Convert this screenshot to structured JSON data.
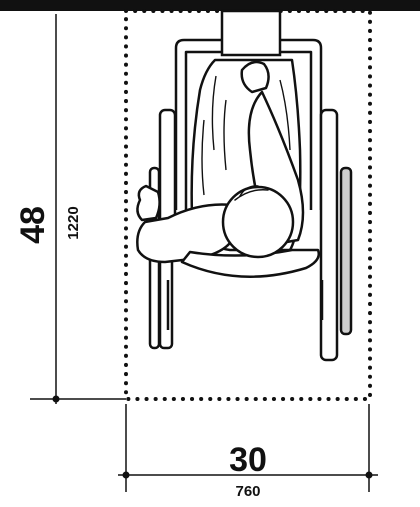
{
  "dimensions": {
    "depth": {
      "inches": "48",
      "millimeters": "1220"
    },
    "width": {
      "inches": "30",
      "millimeters": "760"
    }
  },
  "subject": "wheelchair-user-top-view",
  "colors": {
    "ink": "#111111",
    "fill": "#ffffff",
    "shade": "#cfcfcf"
  }
}
